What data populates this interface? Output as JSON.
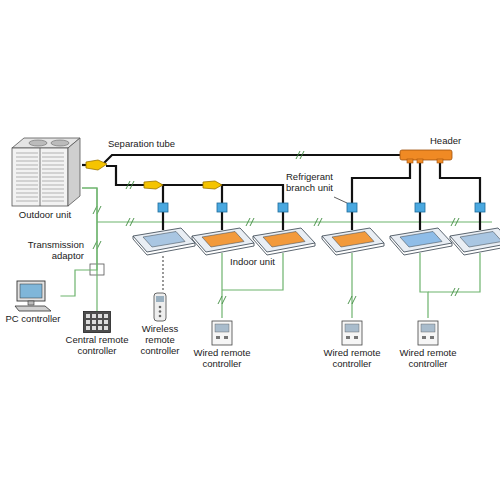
{
  "diagram": {
    "nodes": [
      {
        "text": [
          "Outdoor unit"
        ]
      },
      {
        "text": [
          "PC controller"
        ]
      },
      {
        "text": [
          "Central remote controller"
        ]
      },
      {
        "text": [
          "Wireless remote controller"
        ]
      },
      {
        "text": [
          "Wired remote controller"
        ]
      },
      {
        "text": [
          "Wired remote controller"
        ]
      },
      {
        "text": [
          "Wired remote controller"
        ]
      }
    ],
    "edges": [
      {
        "from": 0,
        "to": 2,
        "arrow": "none"
      },
      {
        "from": 1,
        "to": 0,
        "arrow": "none"
      }
    ],
    "labels": [
      "Separation tube",
      "Header",
      "Refrigerant branch unit",
      "Indoor unit",
      "Transmission adaptor"
    ]
  }
}
